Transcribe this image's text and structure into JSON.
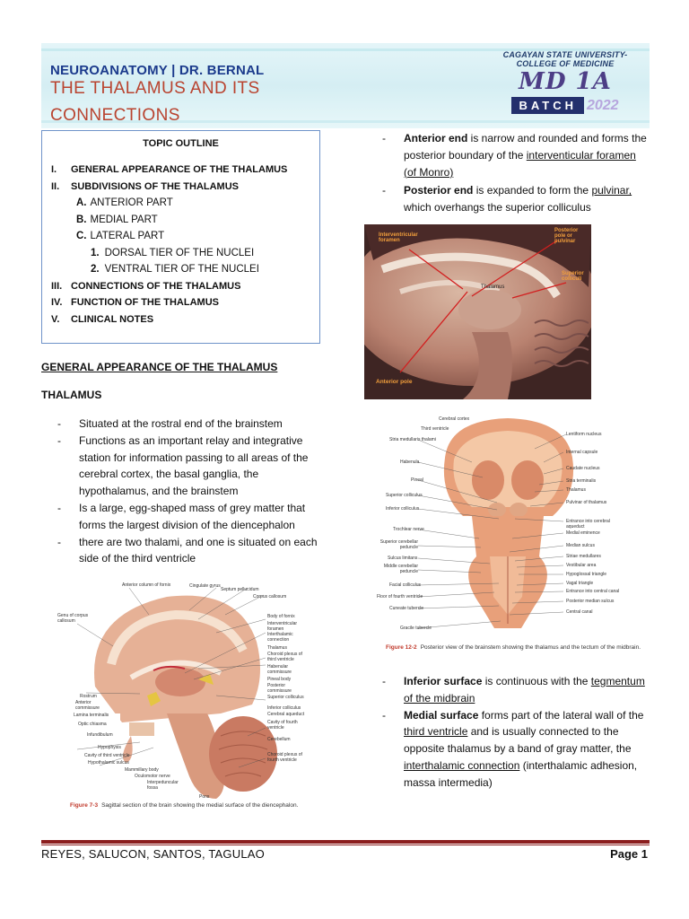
{
  "header": {
    "course": "NEUROANATOMY | DR. BERNAL",
    "title_line1": "THE THALAMUS AND ITS",
    "title_line2": "CONNECTIONS",
    "school": "CAGAYAN STATE UNIVERSITY-COLLEGE OF MEDICINE",
    "logo_text": "MD 1A",
    "batch_label": "BATCH",
    "batch_year": "2022"
  },
  "outline": {
    "title": "TOPIC OUTLINE",
    "items": [
      {
        "num": "I.",
        "label": "GENERAL APPEARANCE OF THE THALAMUS"
      },
      {
        "num": "II.",
        "label": "SUBDIVISIONS OF THE THALAMUS"
      },
      {
        "num": "III.",
        "label": "CONNECTIONS OF THE THALAMUS"
      },
      {
        "num": "IV.",
        "label": "FUNCTION OF THE THALAMUS"
      },
      {
        "num": "V.",
        "label": "CLINICAL NOTES"
      }
    ],
    "sub": [
      {
        "num": "A.",
        "label": "ANTERIOR PART"
      },
      {
        "num": "B.",
        "label": "MEDIAL PART"
      },
      {
        "num": "C.",
        "label": "LATERAL PART"
      }
    ],
    "subsub": [
      {
        "num": "1.",
        "label": "DORSAL TIER OF THE NUCLEI"
      },
      {
        "num": "2.",
        "label": "VENTRAL TIER OF THE NUCLEI"
      }
    ]
  },
  "section": {
    "heading": "GENERAL APPEARANCE OF THE THALAMUS",
    "subheading": "THALAMUS"
  },
  "left_bullets": [
    {
      "dash": "-",
      "text": "Situated at the rostral end of the brainstem"
    },
    {
      "dash": "-",
      "text": "Functions as an important relay and integrative station for information passing to all areas of the cerebral cortex, the basal ganglia, the hypothalamus, and the brainstem"
    },
    {
      "dash": "-",
      "text": "Is a large, egg-shaped mass of grey matter that forms the largest division of the diencephalon"
    },
    {
      "dash": "-",
      "text": "there are two thalami, and one is situated on each side of the third ventricle"
    }
  ],
  "right_top": {
    "b1_bold": "Anterior end",
    "b1_text": " is narrow and rounded and forms the posterior boundary of the ",
    "b1_link": "interventicular foramen (of Monro)",
    "b2_bold": "Posterior end",
    "b2_text": " is expanded to form the ",
    "b2_link": "pulvinar,",
    "b2_tail": " which overhangs the superior colliculus"
  },
  "right_bottom": {
    "b1_bold": "Inferior surface",
    "b1_text": " is continuous with the ",
    "b1_link": "tegmentum of the midbrain",
    "b2_bold": "Medial surface",
    "b2_text": " forms part of the lateral wall of the ",
    "b2_link1": "third ventricle",
    "b2_mid": " and is usually connected to the opposite thalamus by a band of gray matter, the ",
    "b2_link2": "interthalamic connection",
    "b2_tail": " (interthalamic adhesion, massa intermedia)"
  },
  "photo": {
    "labels": {
      "interventricular": "Interventricular foramen",
      "posterior_pole": "Posterior pole or pulvinar",
      "superior_colliculi": "Superior colliculi",
      "thalamus": "Thalamus",
      "anterior_pole": "Anterior pole"
    }
  },
  "fig_brainstem": {
    "left_labels": [
      "Stria medullaris thalami",
      "Habenula",
      "Pineal",
      "Superior colliculus",
      "Inferior colliculus",
      "Trochlear nerve",
      "Superior cerebellar peduncle",
      "Sulcus limitans",
      "Middle cerebellar peduncle",
      "Facial colliculus",
      "Floor of fourth ventricle",
      "Cuneate tubercle",
      "Gracile tubercle"
    ],
    "top_labels": [
      "Cerebral cortex",
      "Third ventricle"
    ],
    "right_labels": [
      "Lentiform nucleus",
      "Internal capsule",
      "Caudate nucleus",
      "Stria terminalis",
      "Thalamus",
      "Pulvinar of thalamus",
      "Entrance into cerebral aqueduct",
      "Medial eminence",
      "Median sulcus",
      "Striae medullares",
      "Vestibular area",
      "Hypoglossal triangle",
      "Vagal triangle",
      "Entrance into central canal",
      "Posterior median sulcus",
      "Central canal"
    ],
    "caption_num": "Figure 12-2",
    "caption_text": "Posterior view of the brainstem showing the thalamus and the tectum of the midbrain."
  },
  "fig_sagittal": {
    "top_labels": [
      "Anterior column of fornix",
      "Cingulate gyrus",
      "Septum pellucidum",
      "Corpus callosum"
    ],
    "left_labels": [
      "Genu of corpus callosum",
      "Rostrum",
      "Anterior commissure",
      "Lamina terminalis",
      "Optic chiasma",
      "Infundibulum",
      "Hypophysis",
      "Cavity of third ventricle",
      "Hypothalamic sulcus",
      "Mammillary body",
      "Oculomotor nerve",
      "Interpeduncular fossa",
      "Pons"
    ],
    "right_labels": [
      "Body of fornix",
      "Interventricular foramen",
      "Interthalamic connection",
      "Thalamus",
      "Choroid plexus of third ventricle",
      "Habenular commissure",
      "Pineal body",
      "Posterior commissure",
      "Superior colliculus",
      "Inferior colliculus",
      "Cerebral aqueduct",
      "Cavity of fourth ventricle",
      "Cerebellum",
      "Choroid plexus of fourth ventricle"
    ],
    "caption_num": "Figure 7-3",
    "caption_text": "Sagittal section of the brain showing the medial surface of the diencephalon."
  },
  "footer": {
    "names": "REYES, SALUCON, SANTOS, TAGULAO",
    "page": "Page 1"
  },
  "colors": {
    "course_blue": "#1b3a8c",
    "title_red": "#b9432f",
    "outline_border": "#6f93c9",
    "footer_rule": "#8b1e1e"
  }
}
